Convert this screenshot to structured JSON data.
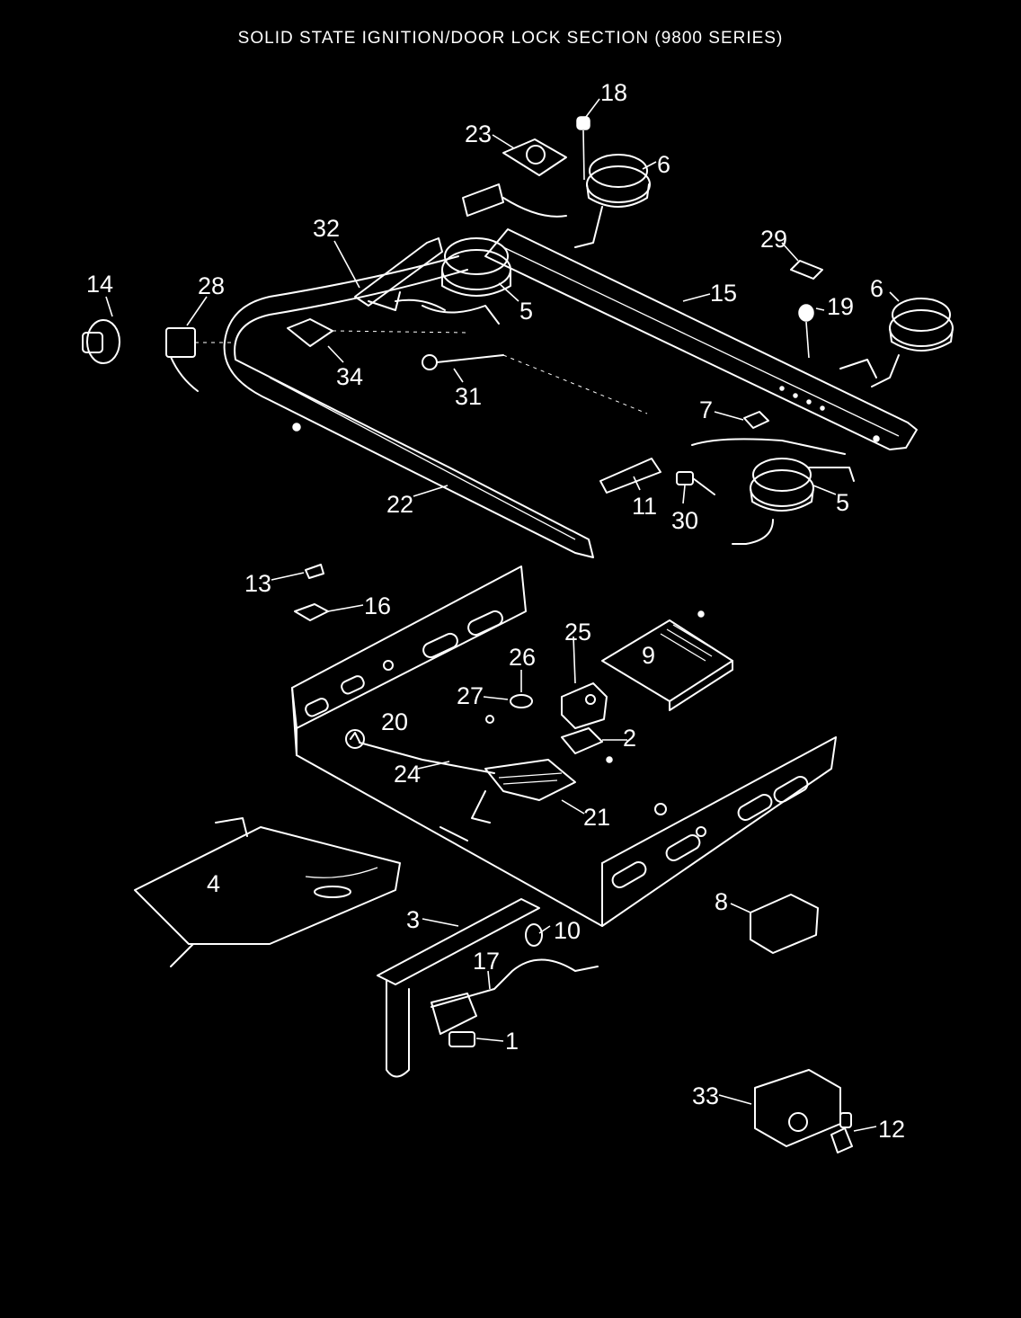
{
  "title": "SOLID STATE IGNITION/DOOR LOCK SECTION (9800 SERIES)",
  "callouts": [
    {
      "id": "c18",
      "text": "18"
    },
    {
      "id": "c23",
      "text": "23"
    },
    {
      "id": "c6a",
      "text": "6"
    },
    {
      "id": "c32",
      "text": "32"
    },
    {
      "id": "c29",
      "text": "29"
    },
    {
      "id": "c14",
      "text": "14"
    },
    {
      "id": "c28",
      "text": "28"
    },
    {
      "id": "c15",
      "text": "15"
    },
    {
      "id": "c6b",
      "text": "6"
    },
    {
      "id": "c19",
      "text": "19"
    },
    {
      "id": "c5a",
      "text": "5"
    },
    {
      "id": "c34",
      "text": "34"
    },
    {
      "id": "c31",
      "text": "31"
    },
    {
      "id": "c7",
      "text": "7"
    },
    {
      "id": "c22",
      "text": "22"
    },
    {
      "id": "c11",
      "text": "11"
    },
    {
      "id": "c30",
      "text": "30"
    },
    {
      "id": "c5b",
      "text": "5"
    },
    {
      "id": "c13",
      "text": "13"
    },
    {
      "id": "c16",
      "text": "16"
    },
    {
      "id": "c25",
      "text": "25"
    },
    {
      "id": "c9",
      "text": "9"
    },
    {
      "id": "c26",
      "text": "26"
    },
    {
      "id": "c27",
      "text": "27"
    },
    {
      "id": "c20",
      "text": "20"
    },
    {
      "id": "c2",
      "text": "2"
    },
    {
      "id": "c24",
      "text": "24"
    },
    {
      "id": "c21",
      "text": "21"
    },
    {
      "id": "c4",
      "text": "4"
    },
    {
      "id": "c8",
      "text": "8"
    },
    {
      "id": "c3",
      "text": "3"
    },
    {
      "id": "c10",
      "text": "10"
    },
    {
      "id": "c17",
      "text": "17"
    },
    {
      "id": "c1",
      "text": "1"
    },
    {
      "id": "c33",
      "text": "33"
    },
    {
      "id": "c12",
      "text": "12"
    }
  ]
}
